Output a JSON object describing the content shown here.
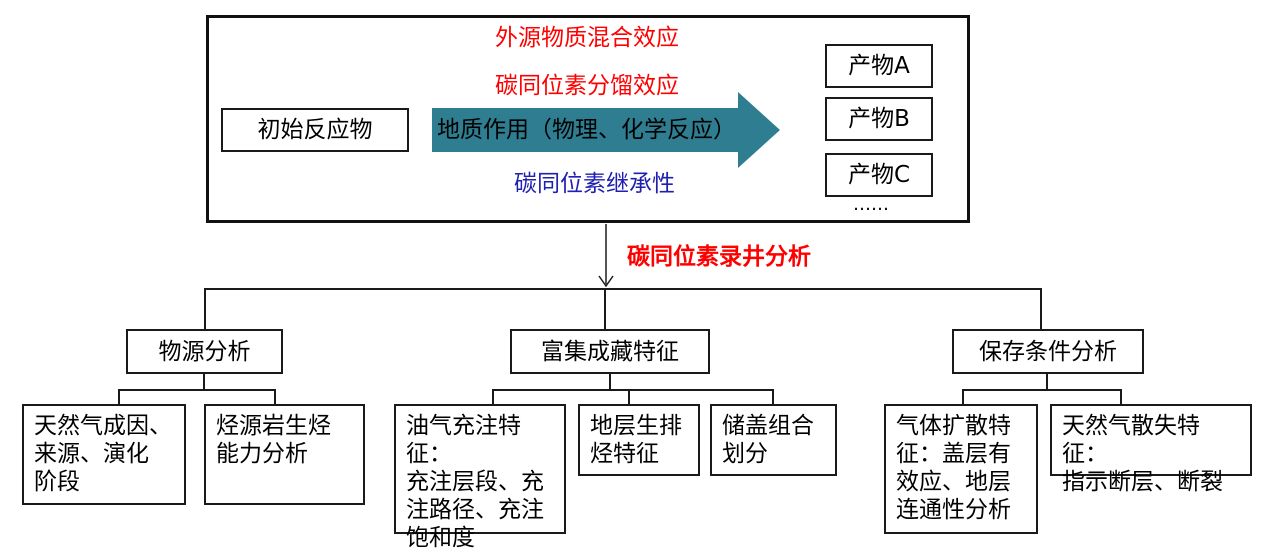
{
  "top": {
    "reactant": "初始反应物",
    "effect_mixing": "外源物质混合效应",
    "effect_fractionation": "碳同位素分馏效应",
    "arrow_label": "地质作用（物理、化学反应）",
    "effect_inheritance": "碳同位素继承性",
    "products": [
      "产物A",
      "产物B",
      "产物C"
    ],
    "ellipsis": "……"
  },
  "connector_label": "碳同位素录井分析",
  "categories": {
    "source": "物源分析",
    "enrichment": "富集成藏特征",
    "preservation": "保存条件分析"
  },
  "leaves": {
    "source_1": "天然气成因、\n来源、演化\n阶段",
    "source_2": "烃源岩生烃\n能力分析",
    "enrich_1": "油气充注特征：\n充注层段、充\n注路径、充注\n饱和度",
    "enrich_2": "地层生排\n烃特征",
    "enrich_3": "储盖组合\n划分",
    "preserve_1": "气体扩散特\n征：盖层有\n效应、地层\n连通性分析",
    "preserve_2": "天然气散失特征：\n指示断层、断裂"
  },
  "colors": {
    "arrow": "#2f7d91",
    "red_text": "#ff0000",
    "blue_text": "#1f1fb0"
  }
}
